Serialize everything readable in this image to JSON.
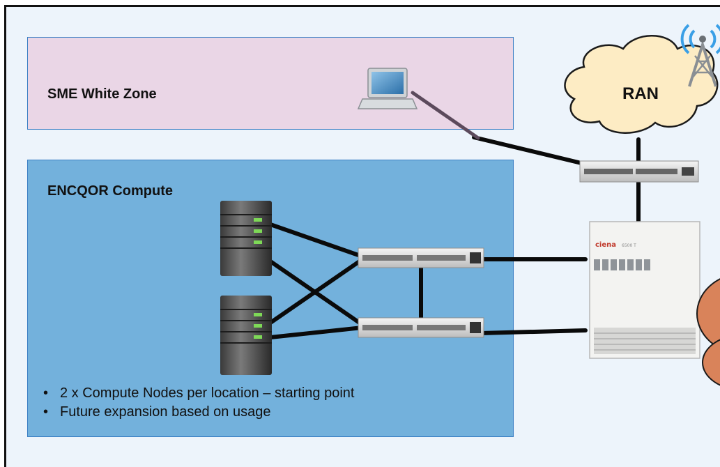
{
  "zones": {
    "sme_title": "SME White Zone",
    "compute_title": "ENCQOR Compute"
  },
  "cloud": {
    "ran_label": "RAN"
  },
  "bullets": [
    "2 x Compute Nodes per location – starting point",
    "Future expansion based on usage"
  ],
  "chassis": {
    "brand": "ciena",
    "model": "6500 T"
  },
  "colors": {
    "sme_zone": "#ead6e6",
    "compute_zone": "#73b1dc",
    "cloud_fill": "#fdecc4",
    "orange_node": "#d9835a"
  }
}
